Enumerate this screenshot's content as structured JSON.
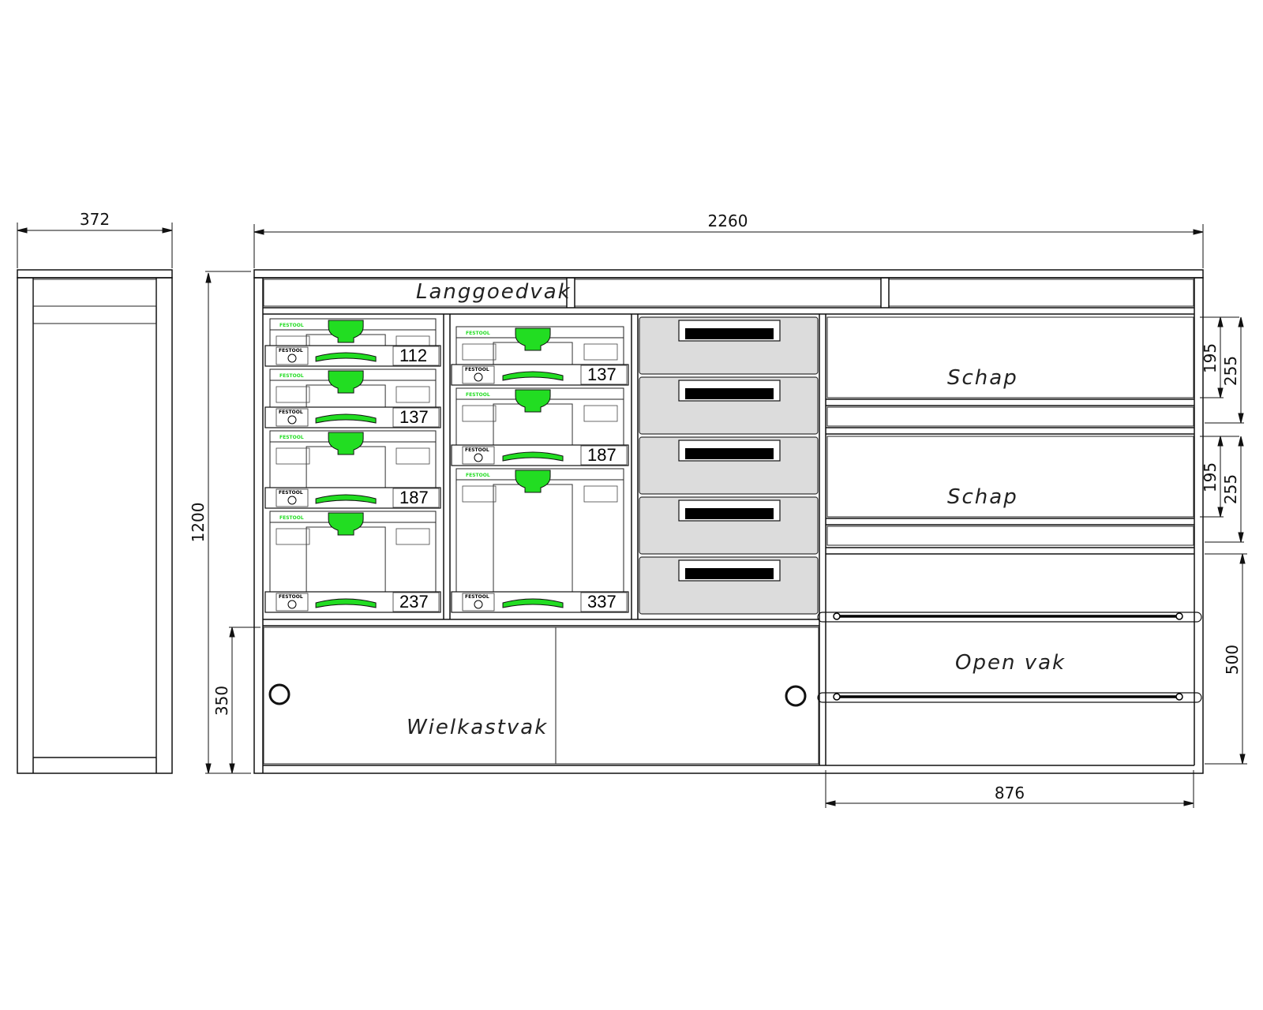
{
  "dimensions": {
    "side_depth": "372",
    "total_width": "2260",
    "total_height": "1200",
    "wheel_height": "350",
    "shelf1_inner": "195",
    "shelf1_outer": "255",
    "shelf2_inner": "195",
    "shelf2_outer": "255",
    "open_height": "500",
    "right_width": "876"
  },
  "labels": {
    "long_goods": "Langgoedvak",
    "shelf_1": "Schap",
    "shelf_2": "Schap",
    "open_compartment": "Open vak",
    "wheel_compartment": "Wielkastvak"
  },
  "systainers": {
    "brand": "FESTOOL",
    "column_1": [
      "112",
      "137",
      "187",
      "237"
    ],
    "column_2": [
      "137",
      "187",
      "337"
    ]
  },
  "colors": {
    "panel": "#dcdcdc",
    "shelf": "#808080",
    "handle_green": "#22dd22",
    "line": "#111111"
  }
}
